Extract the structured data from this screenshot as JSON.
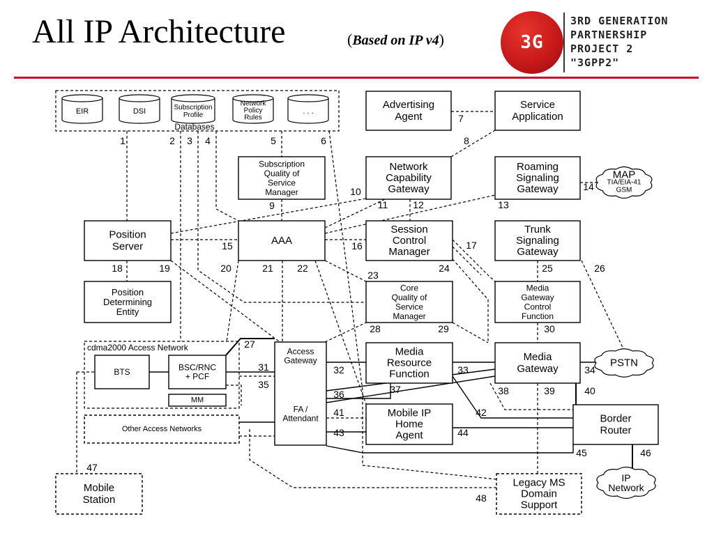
{
  "slide": {
    "title": "All IP Architecture",
    "subtitle_open": "(",
    "subtitle": "Based on IP v4",
    "subtitle_close": ")",
    "accent_color": "#c8102e"
  },
  "logo": {
    "mark": "3G",
    "lines": [
      "3RD GENERATION",
      "PARTNERSHIP",
      "PROJECT 2",
      "\"3GPP2\""
    ],
    "circle_color": "#c8191b"
  },
  "databases": {
    "caption": "Databases",
    "items": [
      {
        "id": "eir",
        "lines": [
          "EIR"
        ]
      },
      {
        "id": "dsi",
        "lines": [
          "DSI"
        ]
      },
      {
        "id": "subscription-profile",
        "lines": [
          "Subscription",
          "Profile"
        ]
      },
      {
        "id": "network-policy-rules",
        "lines": [
          "Network",
          "Policy",
          "Rules"
        ]
      },
      {
        "id": "more",
        "lines": [
          ". . ."
        ]
      }
    ]
  },
  "boxes": [
    {
      "id": "advertising-agent",
      "lines": [
        "Advertising",
        "Agent"
      ]
    },
    {
      "id": "service-application",
      "lines": [
        "Service",
        "Application"
      ]
    },
    {
      "id": "subscription-qos-manager",
      "lines": [
        "Subscription",
        "Quality of",
        "Service",
        "Manager"
      ]
    },
    {
      "id": "network-capability-gateway",
      "lines": [
        "Network",
        "Capability",
        "Gateway"
      ]
    },
    {
      "id": "roaming-signaling-gateway",
      "lines": [
        "Roaming",
        "Signaling",
        "Gateway"
      ]
    },
    {
      "id": "position-server",
      "lines": [
        "Position",
        "Server"
      ]
    },
    {
      "id": "aaa",
      "lines": [
        "AAA"
      ]
    },
    {
      "id": "session-control-manager",
      "lines": [
        "Session",
        "Control",
        "Manager"
      ]
    },
    {
      "id": "trunk-signaling-gateway",
      "lines": [
        "Trunk",
        "Signaling",
        "Gateway"
      ]
    },
    {
      "id": "position-determining-entity",
      "lines": [
        "Position",
        "Determining",
        "Entity"
      ]
    },
    {
      "id": "core-qos-manager",
      "lines": [
        "Core",
        "Quality of",
        "Service",
        "Manager"
      ]
    },
    {
      "id": "media-gateway-control-function",
      "lines": [
        "Media",
        "Gateway",
        "Control",
        "Function"
      ]
    },
    {
      "id": "media-resource-function",
      "lines": [
        "Media",
        "Resource",
        "Function"
      ]
    },
    {
      "id": "media-gateway",
      "lines": [
        "Media",
        "Gateway"
      ]
    },
    {
      "id": "mobile-ip-home-agent",
      "lines": [
        "Mobile IP",
        "Home",
        "Agent"
      ]
    },
    {
      "id": "border-router",
      "lines": [
        "Border",
        "Router"
      ]
    },
    {
      "id": "legacy-ms-domain-support",
      "lines": [
        "Legacy MS",
        "Domain",
        "Support"
      ]
    },
    {
      "id": "mobile-station",
      "lines": [
        "Mobile",
        "Station"
      ]
    },
    {
      "id": "bts",
      "lines": [
        "BTS"
      ]
    },
    {
      "id": "bsc-rnc-pcf",
      "lines": [
        "BSC/RNC",
        "+ PCF"
      ]
    },
    {
      "id": "mm",
      "lines": [
        "MM"
      ]
    },
    {
      "id": "other-access-networks",
      "lines": [
        "Other Access Networks"
      ]
    }
  ],
  "access_network_caption": "cdma2000 Access Network",
  "access_gateway": {
    "top_lines": [
      "Access",
      "Gateway"
    ],
    "bottom_lines": [
      "FA /",
      "Attendant"
    ]
  },
  "clouds": [
    {
      "id": "map",
      "lines": [
        "MAP",
        "TIA/EIA-41",
        "GSM"
      ]
    },
    {
      "id": "pstn",
      "lines": [
        "PSTN"
      ]
    },
    {
      "id": "ip-network",
      "lines": [
        "IP",
        "Network"
      ]
    }
  ],
  "interface_labels": [
    "1",
    "2",
    "3",
    "4",
    "5",
    "6",
    "7",
    "8",
    "9",
    "10",
    "11",
    "12",
    "13",
    "14",
    "15",
    "16",
    "17",
    "18",
    "19",
    "20",
    "21",
    "22",
    "23",
    "24",
    "25",
    "26",
    "27",
    "28",
    "29",
    "30",
    "31",
    "32",
    "33",
    "34",
    "35",
    "36",
    "37",
    "38",
    "39",
    "40",
    "41",
    "42",
    "43",
    "44",
    "45",
    "46",
    "47",
    "48"
  ]
}
